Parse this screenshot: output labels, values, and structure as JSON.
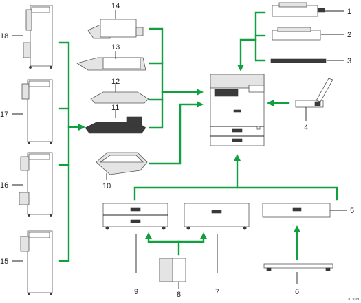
{
  "callouts": {
    "n1": "1",
    "n2": "2",
    "n3": "3",
    "n4": "4",
    "n5": "5",
    "n6": "6",
    "n7": "7",
    "n8": "8",
    "n9": "9",
    "n10": "10",
    "n11": "11",
    "n12": "12",
    "n13": "13",
    "n14": "14",
    "n15": "15",
    "n16": "16",
    "n17": "17",
    "n18": "18"
  },
  "image_code": "DUJ009",
  "colors": {
    "connector": "#10a040",
    "outline": "#555555"
  }
}
